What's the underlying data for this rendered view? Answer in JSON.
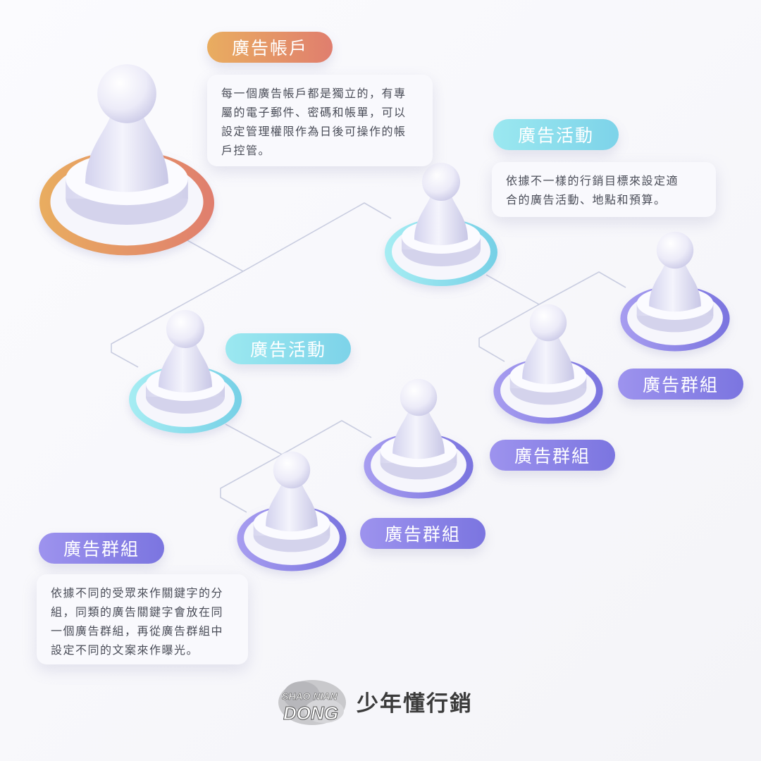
{
  "colors": {
    "account": [
      "#e9ad60",
      "#e07e6e"
    ],
    "campaign": [
      "#a6edf3",
      "#76d0e6"
    ],
    "group": [
      "#a79df0",
      "#7a74df"
    ],
    "connector": "#c9cde0"
  },
  "nodes": [
    {
      "id": "account",
      "level": "account"
    },
    {
      "id": "campaign-1",
      "level": "campaign"
    },
    {
      "id": "campaign-2",
      "level": "campaign"
    },
    {
      "id": "group-1a",
      "level": "group"
    },
    {
      "id": "group-1b",
      "level": "group"
    },
    {
      "id": "group-2a",
      "level": "group"
    },
    {
      "id": "group-2b",
      "level": "group"
    }
  ],
  "labels": {
    "account": "廣告帳戶",
    "campaign_top": "廣告活動",
    "campaign_mid": "廣告活動",
    "group_right": "廣告群組",
    "group_middle": "廣告群組",
    "group_lower": "廣告群組",
    "group_legend": "廣告群組"
  },
  "descriptions": {
    "account": [
      "每一個廣告帳戶都是獨立的，有專",
      "屬的電子郵件、密碼和帳單，可以",
      "設定管理權限作為日後可操作的帳",
      "戶控管。"
    ],
    "campaign": [
      "依據不一樣的行銷目標來設定適",
      "合的廣告活動、地點和預算。"
    ],
    "group": [
      "依據不同的受眾來作關鍵字的分",
      "組，同類的廣告關鍵字會放在同",
      "一個廣告群組，再從廣告群組中",
      "設定不同的文案來作曝光。"
    ]
  },
  "brand": {
    "logo_top": "SHAO NIAN",
    "logo_bottom": "DONG",
    "name": "少年懂行銷"
  }
}
